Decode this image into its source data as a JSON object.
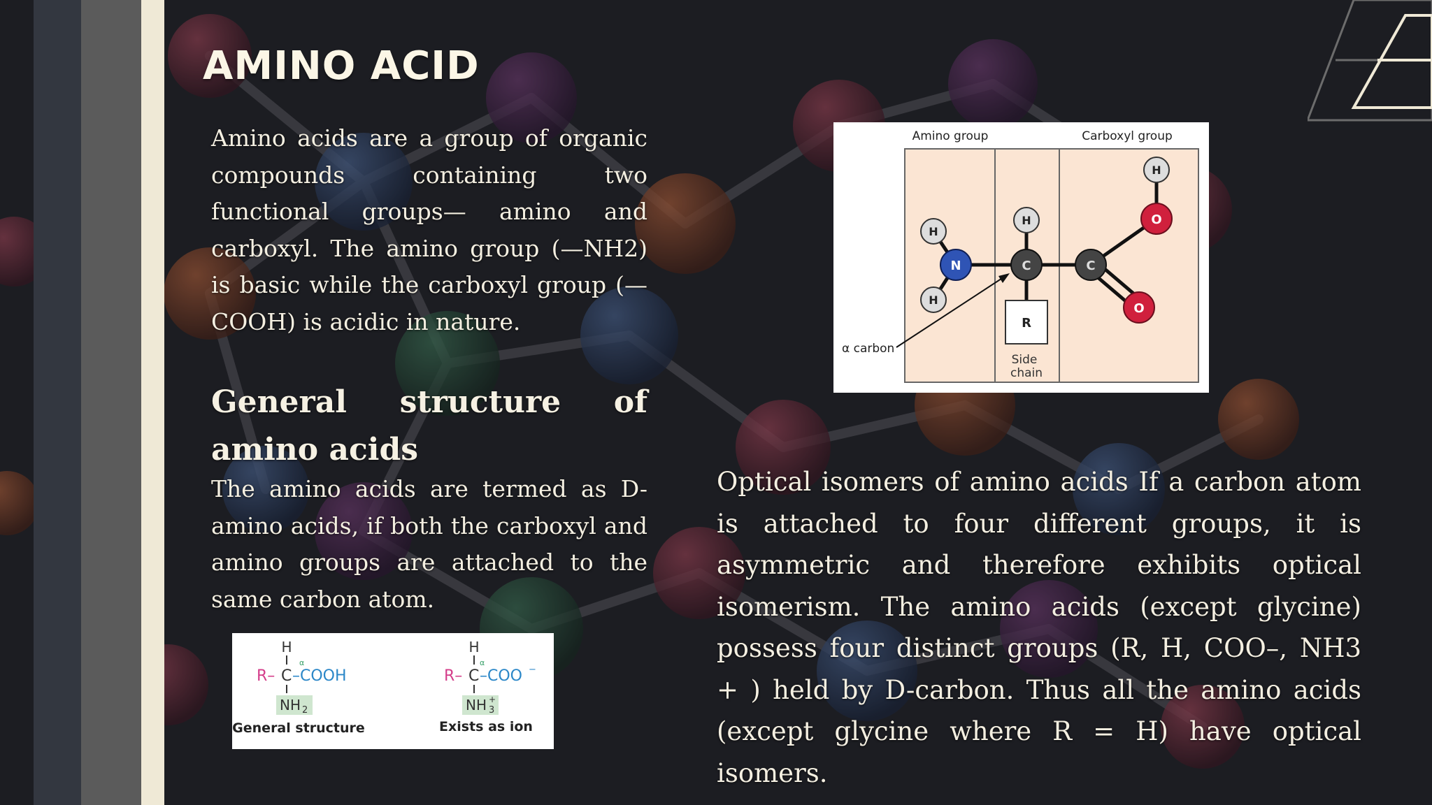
{
  "slide": {
    "title": "AMINO ACID",
    "intro": "Amino acids are a group of organic compounds containing two functional groups— amino and carboxyl. The amino group (—NH2) is basic while the carboxyl group (—COOH) is acidic in nature.",
    "subheading": "General structure of amino acids",
    "structure_text": "The amino acids are termed as D-amino acids, if both the carboxyl and amino groups are attached to the same carbon atom.",
    "isomer_text": "Optical isomers of amino acids If a carbon atom is attached to four different groups, it is asymmetric and therefore exhibits optical isomerism. The amino acids (except glycine) possess four distinct groups (R, H, COO–, NH3 + ) held by D-carbon. Thus all the amino acids (except glycine where R = H) have optical isomers."
  },
  "diagram_molecule": {
    "amino_group_label": "Amino group",
    "carboxyl_group_label": "Carboxyl group",
    "alpha_carbon_label": "α carbon",
    "side_chain_label_1": "Side",
    "side_chain_label_2": "chain",
    "atom_h": "H",
    "atom_n": "N",
    "atom_c": "C",
    "atom_o": "O",
    "atom_r": "R"
  },
  "diagram_formula": {
    "general_caption": "General structure",
    "ion_caption": "Exists as ion",
    "h": "H",
    "r_prefix": "R–",
    "c": "C",
    "cooh": "–COOH",
    "coo": "–COO",
    "minus": "−",
    "plus": "+",
    "alpha": "α",
    "nh2": "NH",
    "sub2": "2",
    "nh3": "NH",
    "sub3": "3"
  },
  "colors": {
    "background": "#1d1e23",
    "text": "#f4efe1",
    "stripe_dark": "#333740",
    "stripe_gray": "#5b5b5b",
    "stripe_cream": "#efe9d6",
    "nitrogen": "#2f54b5",
    "oxygen": "#d0203d",
    "carbon": "#444444",
    "panel": "#fbe5d3"
  }
}
